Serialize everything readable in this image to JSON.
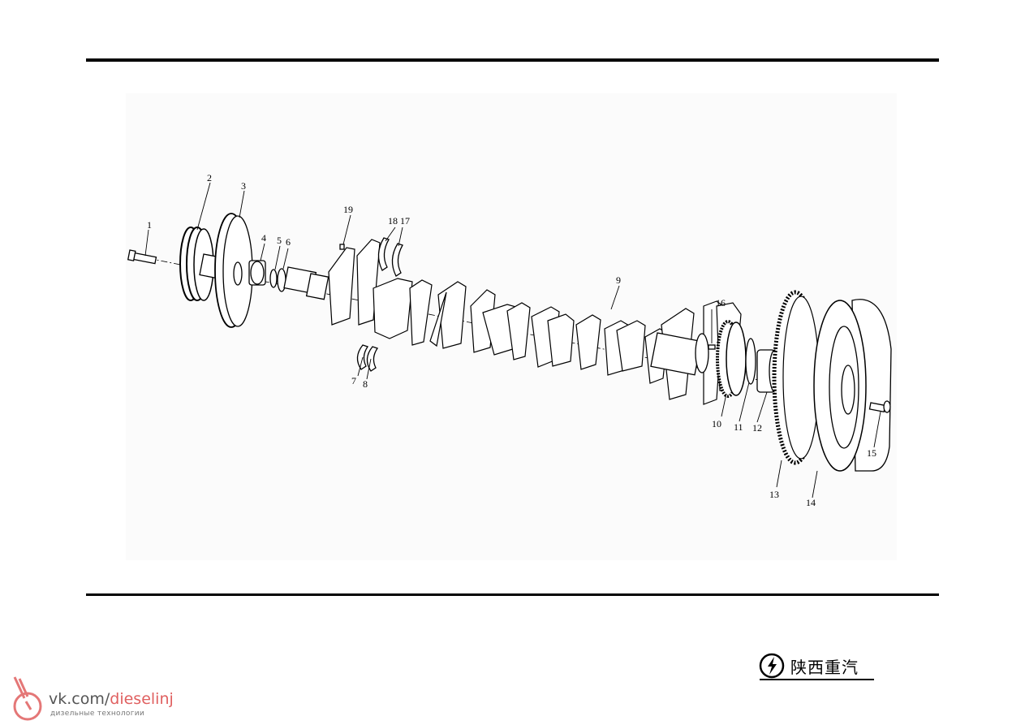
{
  "callouts": [
    {
      "id": "1",
      "label": "1"
    },
    {
      "id": "2",
      "label": "2"
    },
    {
      "id": "3",
      "label": "3"
    },
    {
      "id": "4",
      "label": "4"
    },
    {
      "id": "5",
      "label": "5"
    },
    {
      "id": "6",
      "label": "6"
    },
    {
      "id": "7",
      "label": "7"
    },
    {
      "id": "8",
      "label": "8"
    },
    {
      "id": "9",
      "label": "9"
    },
    {
      "id": "10",
      "label": "10"
    },
    {
      "id": "11",
      "label": "11"
    },
    {
      "id": "12",
      "label": "12"
    },
    {
      "id": "13",
      "label": "13"
    },
    {
      "id": "14",
      "label": "14"
    },
    {
      "id": "15",
      "label": "15"
    },
    {
      "id": "16",
      "label": "16"
    },
    {
      "id": "17",
      "label": "17"
    },
    {
      "id": "18",
      "label": "18"
    },
    {
      "id": "19",
      "label": "19"
    }
  ],
  "brand": {
    "name": "陕西重汽",
    "logo": "shacman-lightning-logo"
  },
  "watermark": {
    "prefix": "vk.com/",
    "handle": "dieselinj",
    "tagline": "дизельные технологии",
    "icon": "injector-icon"
  },
  "colors": {
    "ink": "#000000",
    "background": "#ffffff",
    "watermark_accent": "#e06060"
  }
}
